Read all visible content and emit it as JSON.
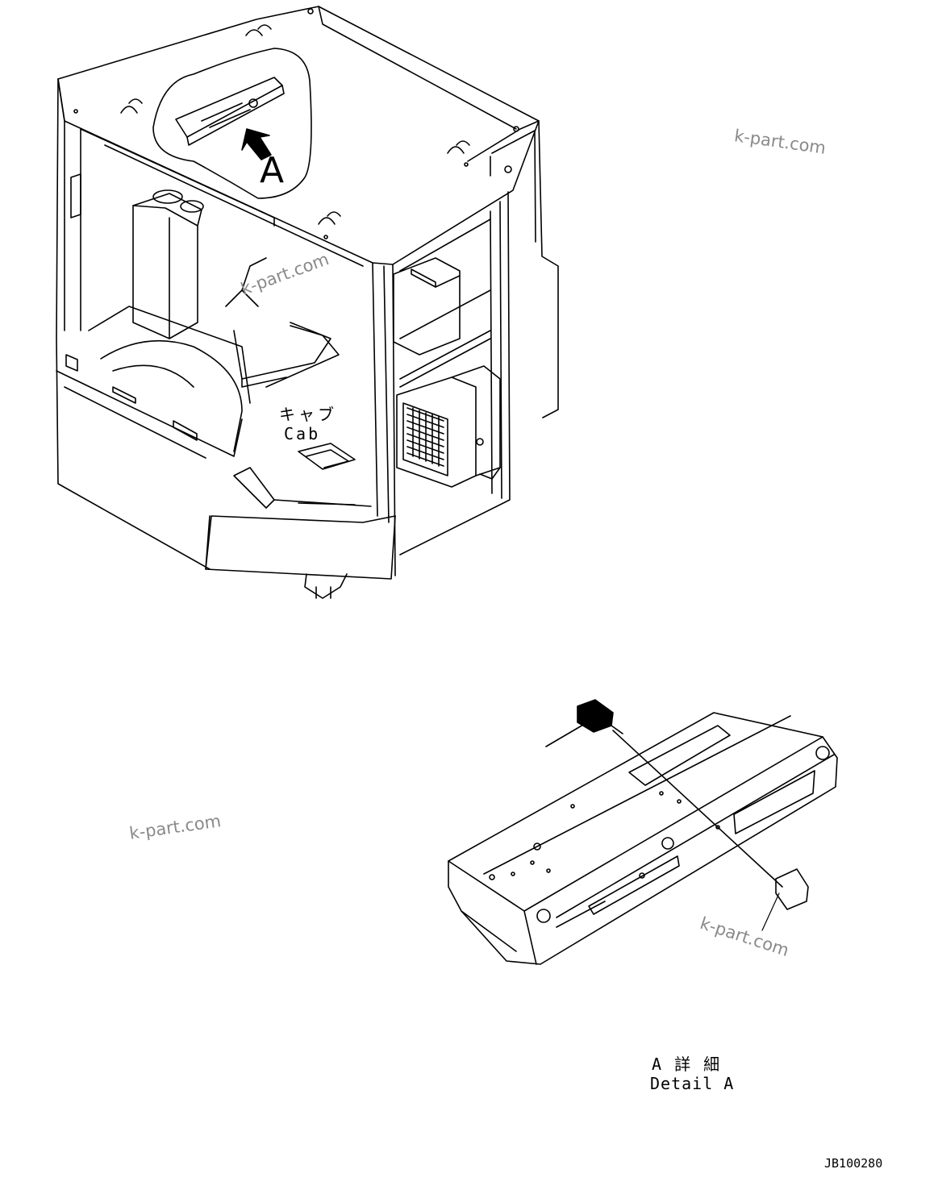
{
  "labels": {
    "callout_letter": "A",
    "cab_jp": "キャブ",
    "cab_en": "Cab",
    "detail_jp": "A 詳 細",
    "detail_en": "Detail A",
    "drawing_code": "JB100280"
  },
  "watermark": "k-part.com",
  "colors": {
    "line": "#000000",
    "watermark": "#8a8a8a",
    "background": "#ffffff"
  }
}
